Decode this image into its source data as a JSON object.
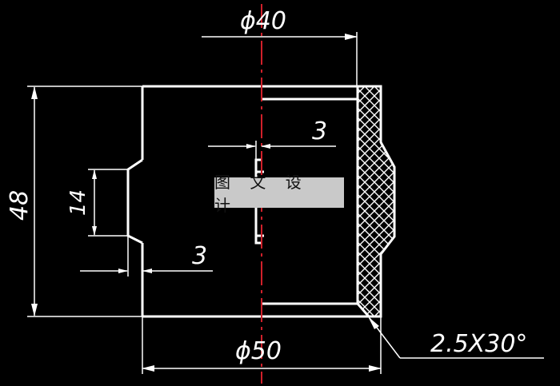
{
  "drawing": {
    "background": "#000000",
    "line_color": "#ffffff",
    "centerline_color": "#d0202a",
    "hatch": "cross-hatch"
  },
  "dimensions": {
    "top_diameter": "ϕ40",
    "bottom_diameter": "ϕ50",
    "left_height": "48",
    "groove_height": "14",
    "groove_depth": "3",
    "inner_step": "3",
    "chamfer": "2.5X30°"
  },
  "watermark": {
    "text": "图 文 设 计",
    "background": "#c9c9c9"
  }
}
